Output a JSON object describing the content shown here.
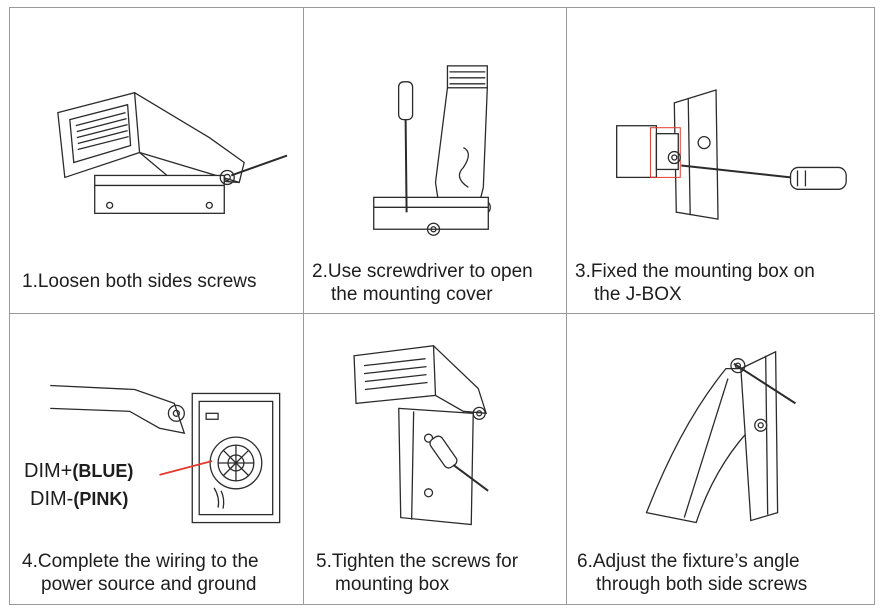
{
  "steps": [
    {
      "num": "1.",
      "line1": "Loosen both sides screws",
      "line2": ""
    },
    {
      "num": "2.",
      "line1": "Use screwdriver to open",
      "line2": "the mounting cover"
    },
    {
      "num": "3.",
      "line1": "Fixed the mounting box on",
      "line2": "the J-BOX"
    },
    {
      "num": "4.",
      "line1": "Complete the wiring to the",
      "line2": "power source and ground"
    },
    {
      "num": "5.",
      "line1": "Tighten the screws for",
      "line2": "mounting box"
    },
    {
      "num": "6.",
      "line1": "Adjust the fixture’s angle",
      "line2": "through both side screws"
    }
  ],
  "wiring": {
    "dim_plus": "DIM+",
    "dim_plus_color": "(BLUE)",
    "dim_minus": "DIM-",
    "dim_minus_color": "(PINK)"
  },
  "colors": {
    "border": "#9a9a9a",
    "line": "#2b2b2b",
    "wire": "#e23b2e"
  }
}
